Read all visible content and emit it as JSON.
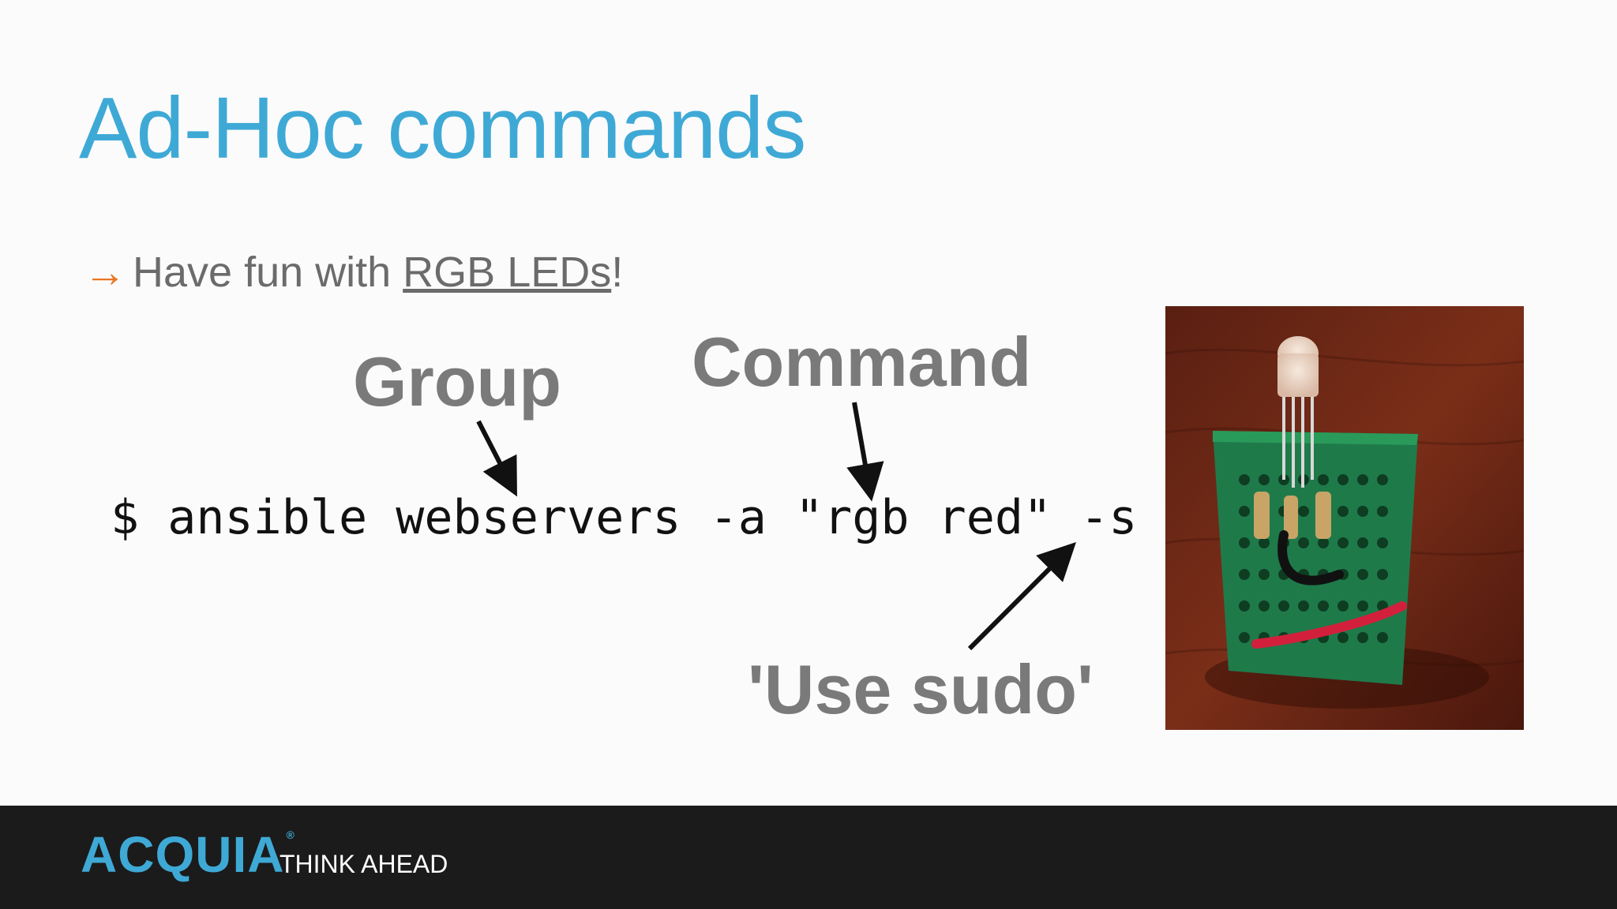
{
  "slide": {
    "title": "Ad-Hoc commands",
    "bullet": {
      "arrow_icon": "right-arrow-icon",
      "text_before": "Have fun with ",
      "link_text": "RGB LEDs",
      "text_after": "!"
    },
    "labels": {
      "group": "Group",
      "command": "Command",
      "sudo": "'Use sudo'"
    },
    "command_line": "$ ansible webservers -a \"rgb red\" -s",
    "photo": {
      "description_icon": "rgb-led-breadboard-photo"
    }
  },
  "footer": {
    "logo_text": "ACQUIA",
    "logo_mark": "®",
    "tagline": "THINK AHEAD"
  },
  "colors": {
    "title": "#3fa9d6",
    "accent_arrow": "#e87722",
    "label_gray": "#7a7a7a",
    "footer_bg": "#1b1b1b"
  }
}
